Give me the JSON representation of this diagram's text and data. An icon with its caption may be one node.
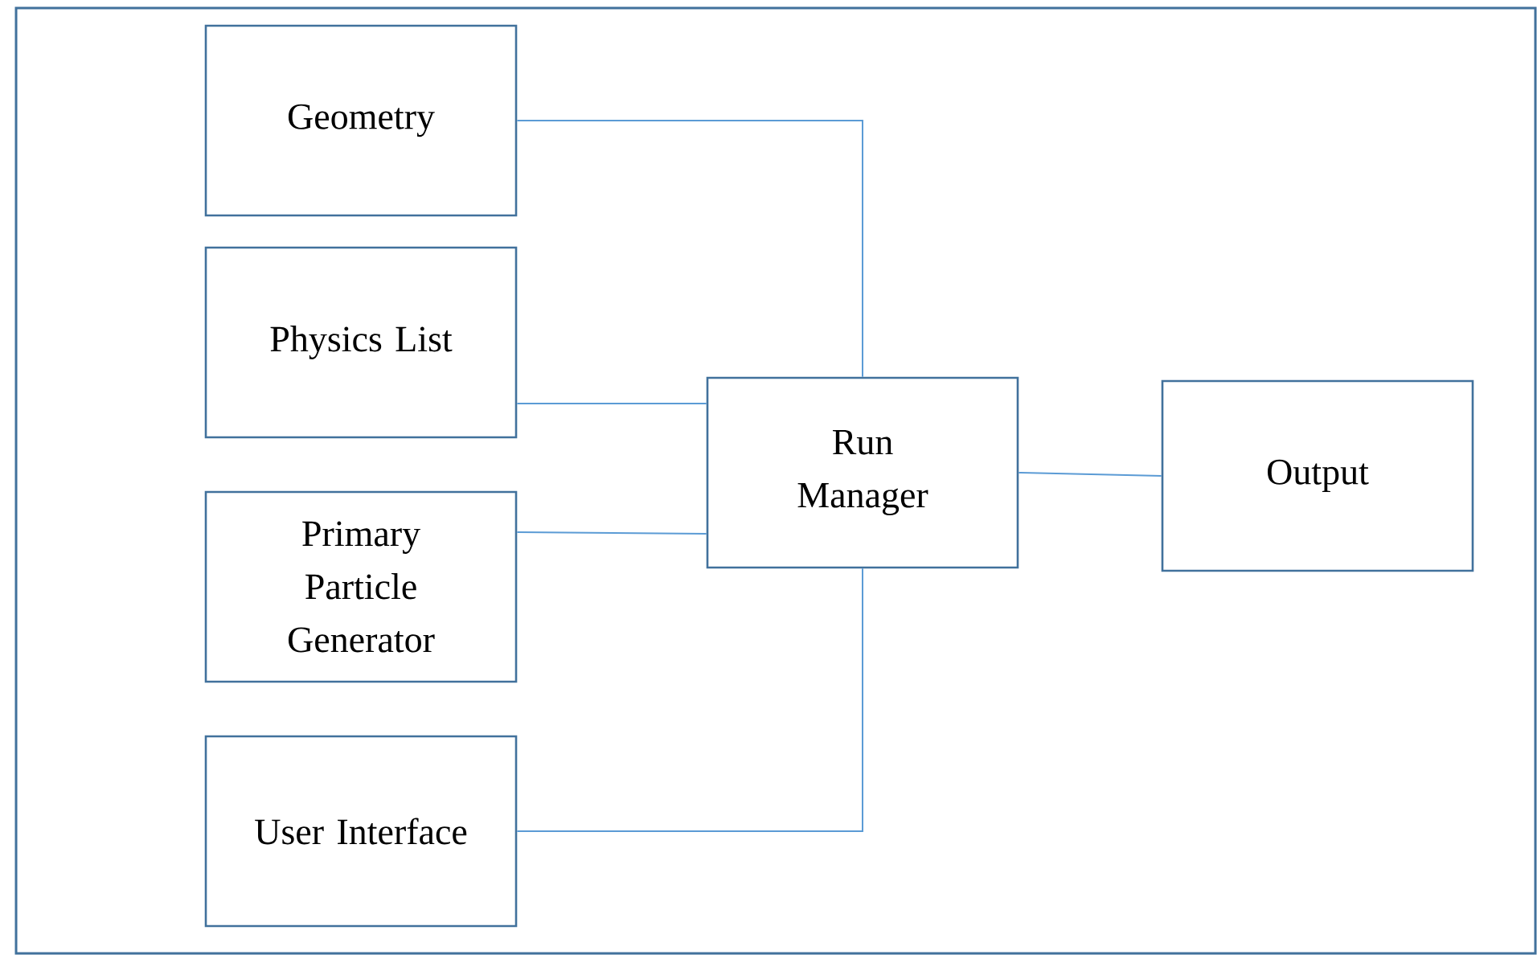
{
  "diagram": {
    "nodes": [
      {
        "text": [
          "Geometry"
        ]
      },
      {
        "text": [
          "Physics List"
        ]
      },
      {
        "text": [
          "Primary Particle Generator"
        ]
      },
      {
        "text": [
          "User Interface"
        ]
      },
      {
        "text": [
          "Run Manager"
        ]
      },
      {
        "text": [
          "Output"
        ]
      }
    ],
    "edges": [
      {
        "from": 0,
        "to": 4,
        "arrow": "none"
      },
      {
        "from": 1,
        "to": 4,
        "arrow": "none"
      },
      {
        "from": 2,
        "to": 4,
        "arrow": "none"
      },
      {
        "from": 3,
        "to": 4,
        "arrow": "none"
      },
      {
        "from": 4,
        "to": 5,
        "arrow": "none"
      }
    ]
  }
}
